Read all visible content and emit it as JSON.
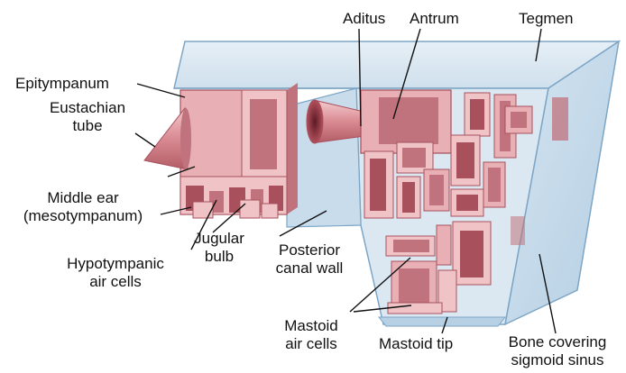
{
  "labels": {
    "aditus": "Aditus",
    "antrum": "Antrum",
    "tegmen": "Tegmen",
    "epitympanum": "Epitympanum",
    "eustachian_1": "Eustachian",
    "eustachian_2": "tube",
    "middle_ear_1": "Middle ear",
    "middle_ear_2": "(mesotympanum)",
    "jugular_1": "Jugular",
    "jugular_2": "bulb",
    "hypotympanic_1": "Hypotympanic",
    "hypotympanic_2": "air cells",
    "posterior_1": "Posterior",
    "posterior_2": "canal wall",
    "mastoid_cells_1": "Mastoid",
    "mastoid_cells_2": "air cells",
    "mastoid_tip": "Mastoid tip",
    "bone_1": "Bone covering",
    "bone_2": "sigmoid sinus"
  },
  "colors": {
    "bone_light": "#dbe8f2",
    "bone_mid": "#c3d8e8",
    "bone_edge": "#7da6c6",
    "air_cell": "#e8b0b4",
    "air_cell_dark": "#c0737c",
    "air_cell_deep": "#a8505c",
    "leader": "#111111"
  }
}
